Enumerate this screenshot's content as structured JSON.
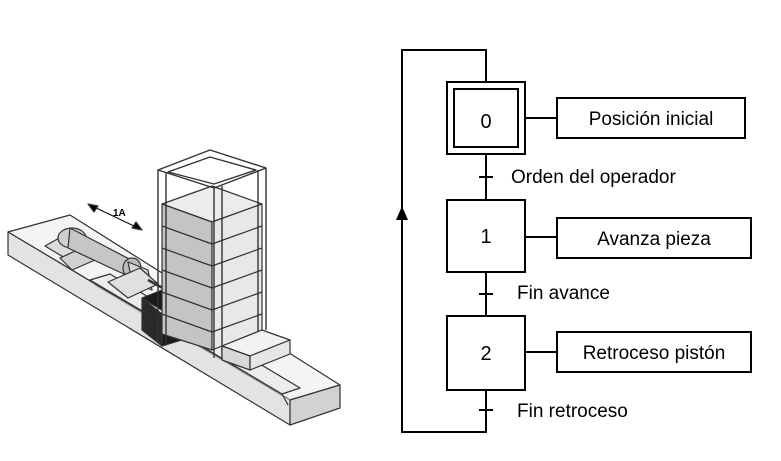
{
  "machine": {
    "dimension_label": "1A"
  },
  "grafcet": {
    "steps": [
      {
        "number": "0",
        "action": "Posición inicial",
        "initial": true
      },
      {
        "number": "1",
        "action": "Avanza pieza",
        "initial": false
      },
      {
        "number": "2",
        "action": "Retroceso pistón",
        "initial": false
      }
    ],
    "transitions": [
      {
        "condition": "Orden del operador"
      },
      {
        "condition": "Fin avance"
      },
      {
        "condition": "Fin retroceso"
      }
    ]
  },
  "colors": {
    "stroke": "#000000",
    "background": "#ffffff",
    "dark_block": "#1a1a1a",
    "light_gray": "#e6e6e6",
    "mid_gray": "#bdbdbd"
  }
}
